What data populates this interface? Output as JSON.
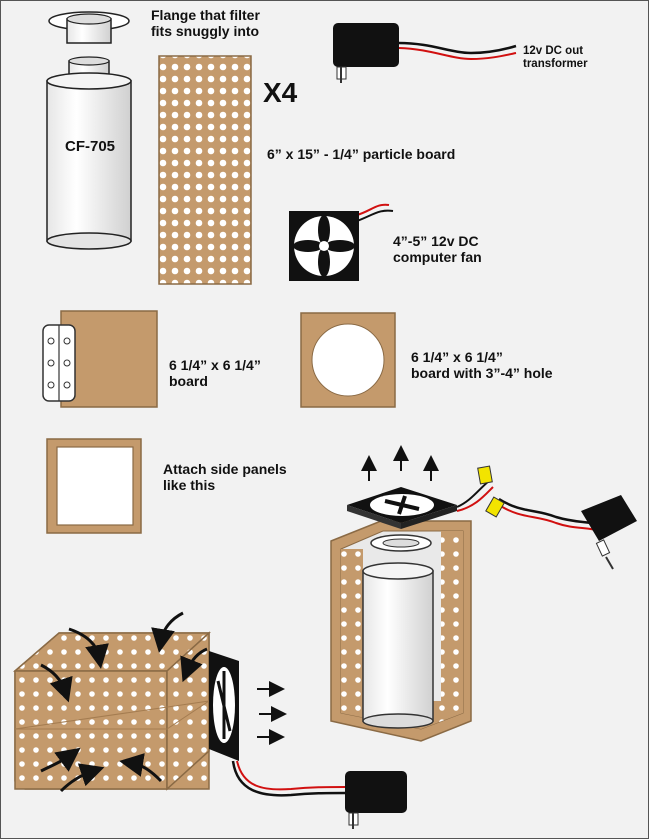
{
  "labels": {
    "flange": "Flange that filter\nfits snuggly into",
    "filter_model": "CF-705",
    "transformer": "12v DC out\ntransformer",
    "quantity": "X4",
    "particle_board": "6” x 15” - 1/4” particle board",
    "fan": "4”-5” 12v DC\ncomputer fan",
    "square_board": "6 1/4” x 6 1/4”\nboard",
    "holed_board": "6 1/4” x 6 1/4”\nboard with 3”-4” hole",
    "side_panels": "Attach side panels\nlike this"
  },
  "colors": {
    "board": "#c49a6c",
    "board_edge": "#8a6a45",
    "board_dark": "#a47c50",
    "fan_black": "#111111",
    "wire_red": "#d11010",
    "wire_black": "#111111",
    "connector_yellow": "#f2e400",
    "filter_white": "#ffffff",
    "background": "#f2f2f2"
  },
  "icons": [
    "flange-icon",
    "filter-cylinder-icon",
    "transformer-icon",
    "fan-icon",
    "hinge-icon",
    "arrow-icon"
  ]
}
